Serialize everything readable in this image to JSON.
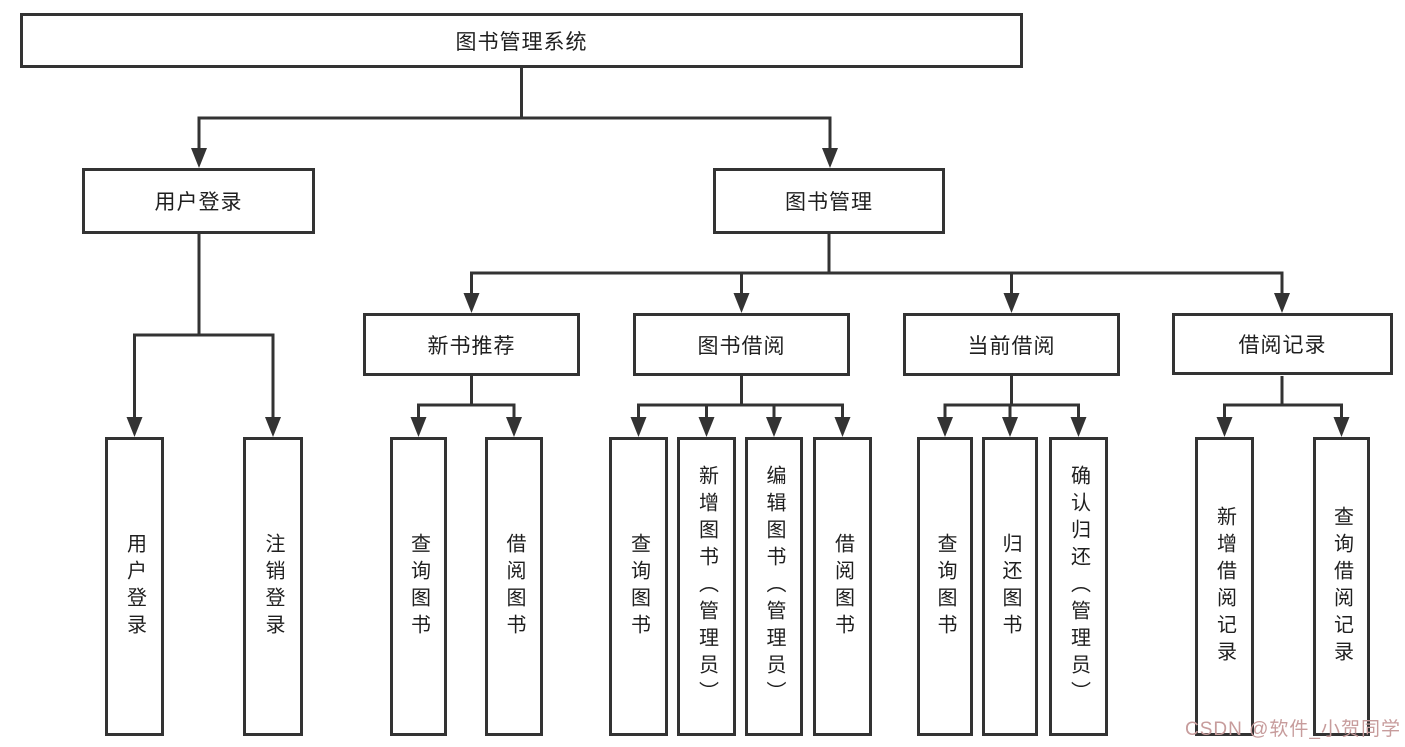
{
  "title": "图书管理系统",
  "tree": {
    "root": {
      "label": "图书管理系统"
    },
    "branches": [
      {
        "label": "用户登录",
        "leaves": [
          {
            "label": "用户登录"
          },
          {
            "label": "注销登录"
          }
        ]
      },
      {
        "label": "图书管理",
        "groups": [
          {
            "label": "新书推荐",
            "leaves": [
              {
                "label": "查询图书"
              },
              {
                "label": "借阅图书"
              }
            ]
          },
          {
            "label": "图书借阅",
            "leaves": [
              {
                "label": "查询图书"
              },
              {
                "label": "新增图书（管理员）"
              },
              {
                "label": "编辑图书（管理员）"
              },
              {
                "label": "借阅图书"
              }
            ]
          },
          {
            "label": "当前借阅",
            "leaves": [
              {
                "label": "查询图书"
              },
              {
                "label": "归还图书"
              },
              {
                "label": "确认归还（管理员）"
              }
            ]
          },
          {
            "label": "借阅记录",
            "leaves": [
              {
                "label": "新增借阅记录"
              },
              {
                "label": "查询借阅记录"
              }
            ]
          }
        ]
      }
    ]
  },
  "watermark": {
    "text": "CSDN @软件_小贺同学",
    "color": "#c79c9c"
  },
  "colors": {
    "line": "#333333",
    "box_border": "#333333",
    "box_fill": "#ffffff",
    "text": "#1f1f1f",
    "background": "#ffffff"
  }
}
